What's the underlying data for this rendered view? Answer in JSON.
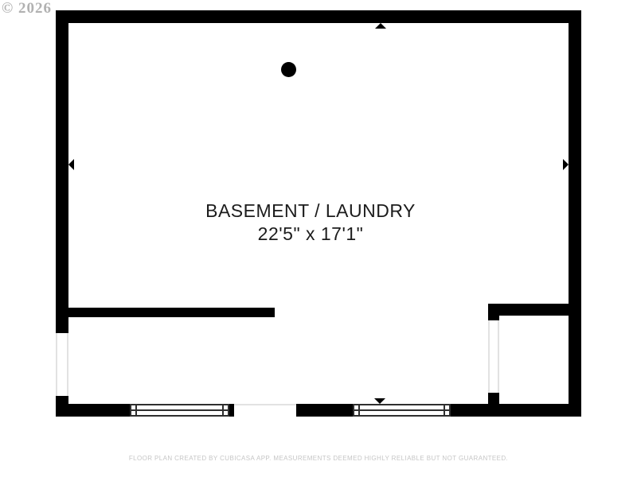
{
  "watermark": "© 2026",
  "room": {
    "name": "BASEMENT / LAUNDRY",
    "dimensions": "22'5\" x 17'1\""
  },
  "footer": {
    "disclaimer": "FLOOR PLAN CREATED BY CUBICASA APP. MEASUREMENTS DEEMED HIGHLY RELIABLE BUT NOT GUARANTEED."
  },
  "icons": {
    "markers": [
      "opening-marker-top",
      "opening-marker-left",
      "opening-marker-right",
      "opening-marker-bottom"
    ],
    "column_dot": "structural-column-dot"
  },
  "colors": {
    "wall": "#000000",
    "room_text": "#1c1c1c",
    "watermark": "#a9a9a9",
    "disclaimer": "#c6c6c6",
    "window_frame": "#2f2f2f",
    "opening_line": "#e2e2e2",
    "background": "#ffffff"
  }
}
